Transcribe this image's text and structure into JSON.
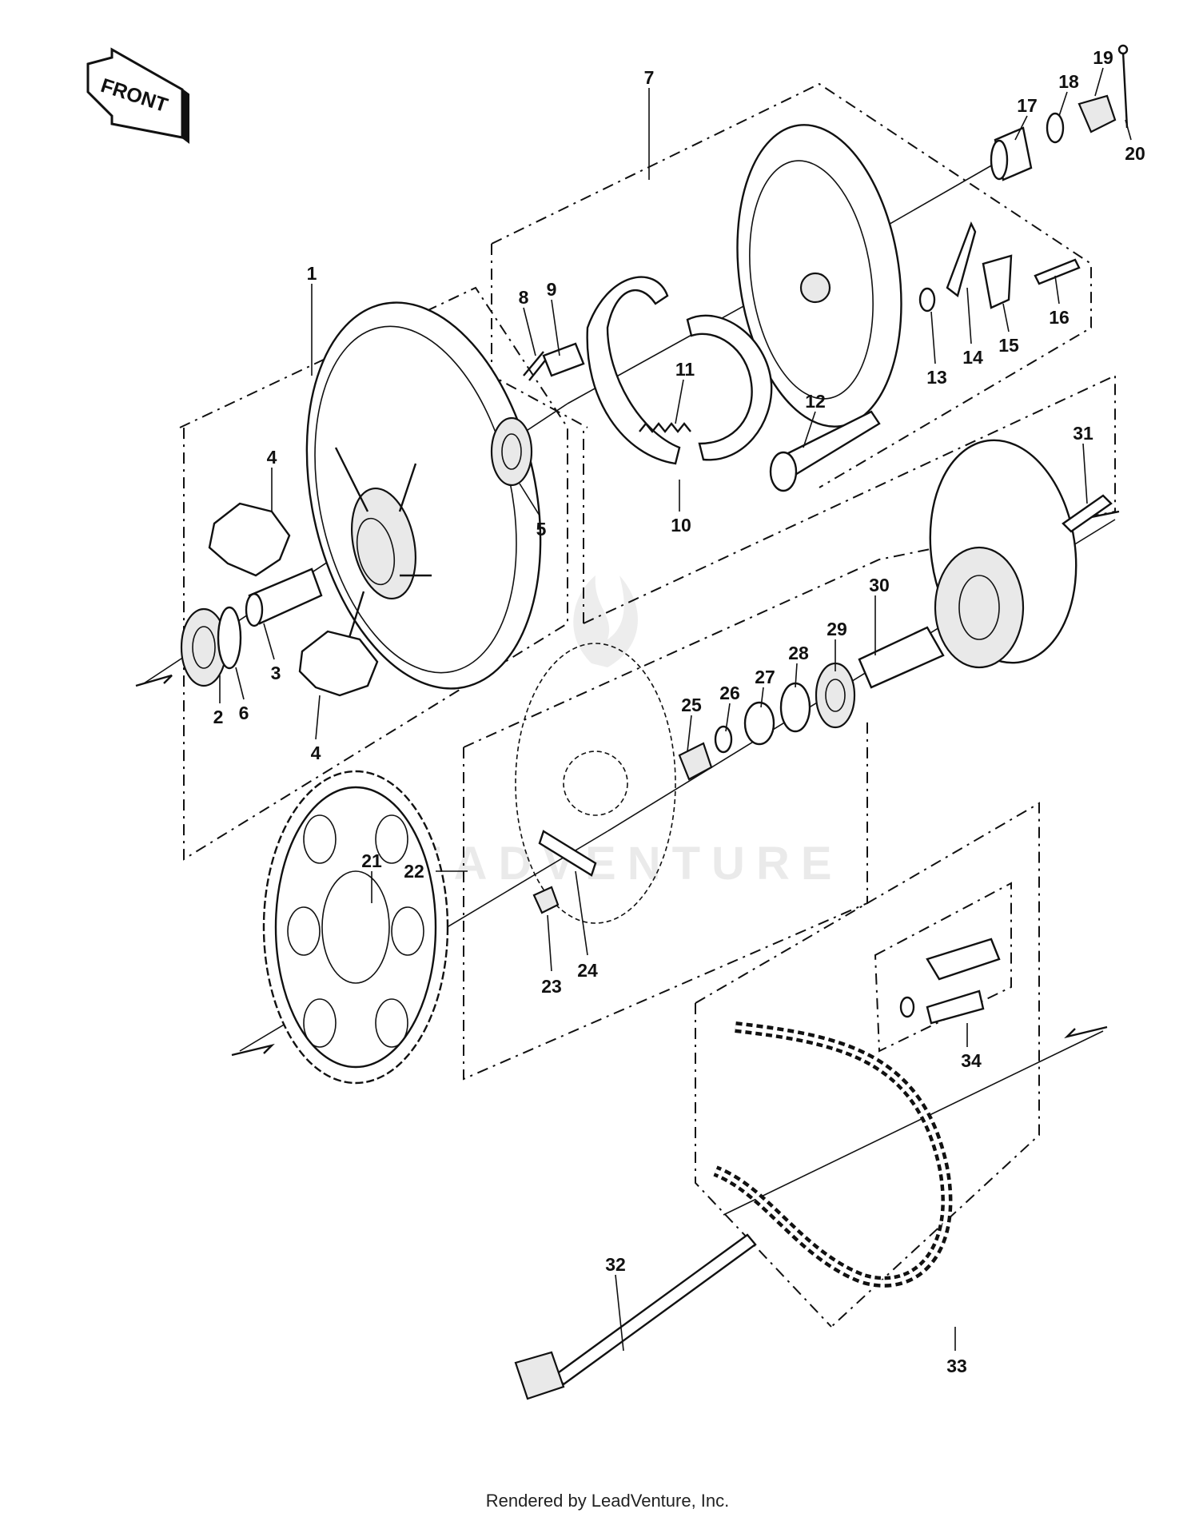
{
  "front_label": "FRONT",
  "watermark": "LEADVENTURE",
  "footer": "Rendered by LeadVenture, Inc.",
  "callouts": [
    {
      "id": "p1",
      "text": "1"
    },
    {
      "id": "p2",
      "text": "2"
    },
    {
      "id": "p3",
      "text": "3"
    },
    {
      "id": "p4a",
      "text": "4"
    },
    {
      "id": "p4b",
      "text": "4"
    },
    {
      "id": "p5",
      "text": "5"
    },
    {
      "id": "p6",
      "text": "6"
    },
    {
      "id": "p7",
      "text": "7"
    },
    {
      "id": "p8",
      "text": "8"
    },
    {
      "id": "p9",
      "text": "9"
    },
    {
      "id": "p10",
      "text": "10"
    },
    {
      "id": "p11",
      "text": "11"
    },
    {
      "id": "p12",
      "text": "12"
    },
    {
      "id": "p13",
      "text": "13"
    },
    {
      "id": "p14",
      "text": "14"
    },
    {
      "id": "p15",
      "text": "15"
    },
    {
      "id": "p16",
      "text": "16"
    },
    {
      "id": "p17",
      "text": "17"
    },
    {
      "id": "p18",
      "text": "18"
    },
    {
      "id": "p19",
      "text": "19"
    },
    {
      "id": "p20",
      "text": "20"
    },
    {
      "id": "p21",
      "text": "21"
    },
    {
      "id": "p22",
      "text": "22"
    },
    {
      "id": "p23",
      "text": "23"
    },
    {
      "id": "p24",
      "text": "24"
    },
    {
      "id": "p25",
      "text": "25"
    },
    {
      "id": "p26",
      "text": "26"
    },
    {
      "id": "p27",
      "text": "27"
    },
    {
      "id": "p28",
      "text": "28"
    },
    {
      "id": "p29",
      "text": "29"
    },
    {
      "id": "p30",
      "text": "30"
    },
    {
      "id": "p31",
      "text": "31"
    },
    {
      "id": "p32",
      "text": "32"
    },
    {
      "id": "p33",
      "text": "33"
    },
    {
      "id": "p34",
      "text": "34"
    }
  ]
}
